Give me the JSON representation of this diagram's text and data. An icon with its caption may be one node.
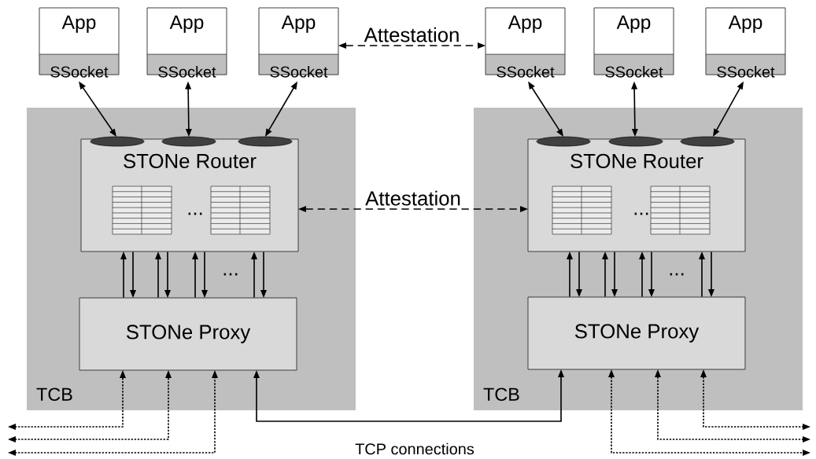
{
  "diagram": {
    "nodes": [
      {
        "text": [
          "App"
        ]
      },
      {
        "text": [
          "SSocket"
        ],
        "in": 0
      },
      {
        "text": [
          "App"
        ]
      },
      {
        "text": [
          "SSocket"
        ],
        "in": 2
      },
      {
        "text": [
          "App"
        ]
      },
      {
        "text": [
          "SSocket"
        ],
        "in": 4
      },
      {
        "text": [
          "App"
        ]
      },
      {
        "text": [
          "SSocket"
        ],
        "in": 6
      },
      {
        "text": [
          "App"
        ]
      },
      {
        "text": [
          "SSocket"
        ],
        "in": 8
      },
      {
        "text": [
          "App"
        ]
      },
      {
        "text": [
          "SSocket"
        ],
        "in": 10
      },
      {
        "text": [
          "TCB"
        ]
      },
      {
        "text": [],
        "shape": "ellipse",
        "in": 12
      },
      {
        "text": [],
        "shape": "ellipse",
        "in": 12
      },
      {
        "text": [],
        "shape": "ellipse",
        "in": 12
      },
      {
        "text": [
          "STONe Router"
        ],
        "in": 12
      },
      {
        "text": [
          "STONe Proxy"
        ],
        "in": 12
      },
      {
        "text": [
          "TCB"
        ]
      },
      {
        "text": [],
        "shape": "ellipse",
        "in": 18
      },
      {
        "text": [],
        "shape": "ellipse",
        "in": 18
      },
      {
        "text": [],
        "shape": "ellipse",
        "in": 18
      },
      {
        "text": [
          "STONe Router"
        ],
        "in": 18
      },
      {
        "text": [
          "STONe Proxy"
        ],
        "in": 18
      }
    ],
    "edges": [
      {
        "from": 4,
        "to": 6,
        "arrow": "both",
        "label": "Attestation",
        "style": "dashed"
      },
      {
        "from": 16,
        "to": 22,
        "arrow": "both",
        "label": "Attestation",
        "style": "dashed"
      },
      {
        "from": 1,
        "to": 13,
        "arrow": "both"
      },
      {
        "from": 3,
        "to": 14,
        "arrow": "both"
      },
      {
        "from": 5,
        "to": 15,
        "arrow": "both"
      },
      {
        "from": 7,
        "to": 19,
        "arrow": "both"
      },
      {
        "from": 9,
        "to": 20,
        "arrow": "both"
      },
      {
        "from": 11,
        "to": 21,
        "arrow": "both"
      },
      {
        "from": 17,
        "to": 16,
        "arrow": "to"
      },
      {
        "from": 16,
        "to": 17,
        "arrow": "to"
      },
      {
        "from": 17,
        "to": 16,
        "arrow": "to"
      },
      {
        "from": 16,
        "to": 17,
        "arrow": "to"
      },
      {
        "from": 17,
        "to": 16,
        "arrow": "to"
      },
      {
        "from": 16,
        "to": 17,
        "arrow": "to"
      },
      {
        "from": 17,
        "to": 16,
        "arrow": "to"
      },
      {
        "from": 16,
        "to": 17,
        "arrow": "to"
      },
      {
        "from": 23,
        "to": 22,
        "arrow": "to"
      },
      {
        "from": 22,
        "to": 23,
        "arrow": "to"
      },
      {
        "from": 23,
        "to": 22,
        "arrow": "to"
      },
      {
        "from": 22,
        "to": 23,
        "arrow": "to"
      },
      {
        "from": 23,
        "to": 22,
        "arrow": "to"
      },
      {
        "from": 22,
        "to": 23,
        "arrow": "to"
      },
      {
        "from": 23,
        "to": 22,
        "arrow": "to"
      },
      {
        "from": 22,
        "to": 23,
        "arrow": "to"
      },
      {
        "from": null,
        "to": 17,
        "arrow": "both",
        "style": "dashed"
      },
      {
        "from": null,
        "to": 17,
        "arrow": "both",
        "style": "dashed"
      },
      {
        "from": null,
        "to": 17,
        "arrow": "both",
        "style": "dashed"
      },
      {
        "from": 17,
        "to": 23,
        "arrow": "both"
      },
      {
        "from": 23,
        "to": null,
        "arrow": "both",
        "style": "dashed"
      },
      {
        "from": 23,
        "to": null,
        "arrow": "both",
        "style": "dashed"
      },
      {
        "from": 23,
        "to": null,
        "arrow": "both",
        "style": "dashed"
      }
    ],
    "labels": [
      "...",
      "...",
      "...",
      "...",
      "TCP connections"
    ]
  }
}
